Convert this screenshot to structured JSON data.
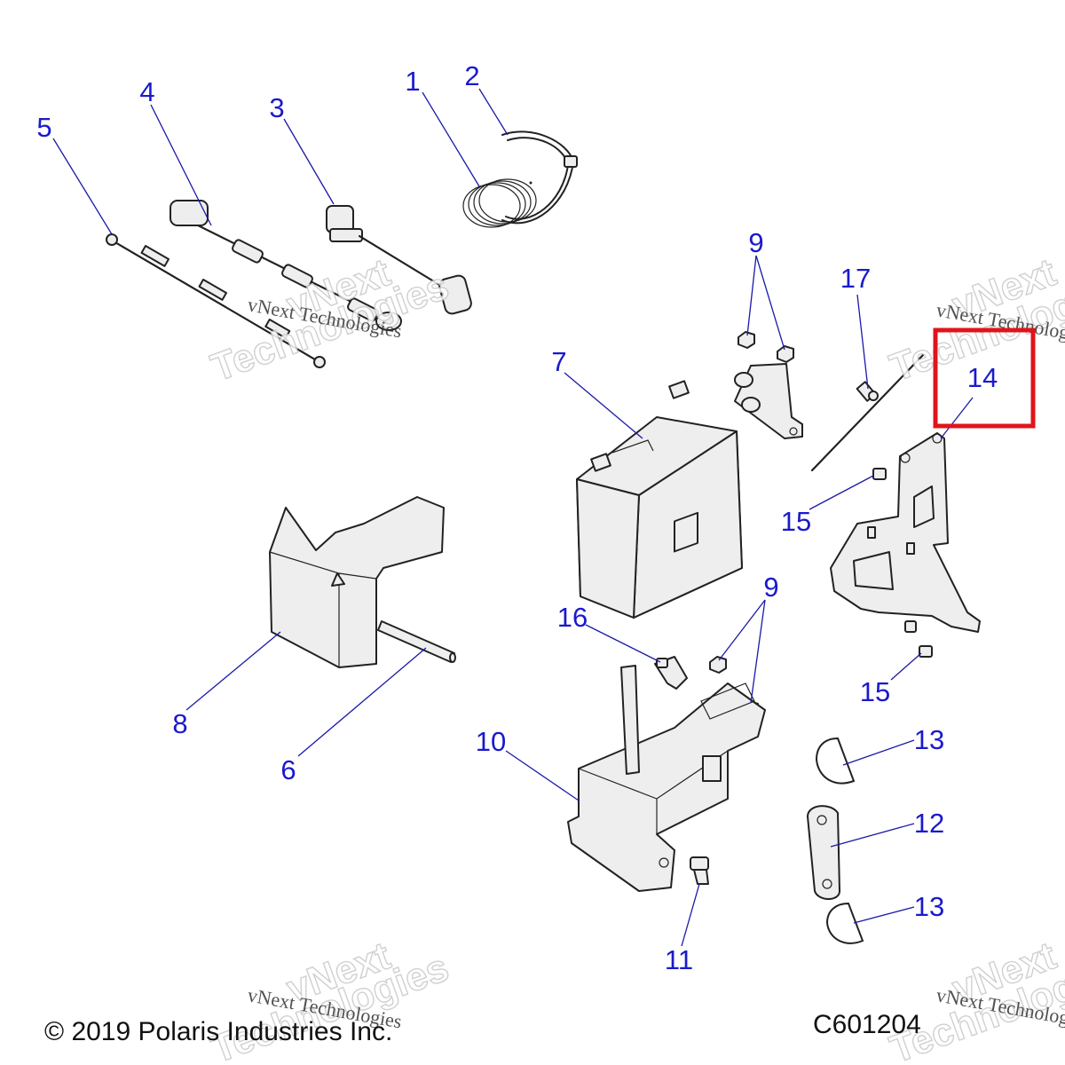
{
  "callouts": [
    {
      "id": "1",
      "label": "1"
    },
    {
      "id": "2",
      "label": "2"
    },
    {
      "id": "3",
      "label": "3"
    },
    {
      "id": "4",
      "label": "4"
    },
    {
      "id": "5",
      "label": "5"
    },
    {
      "id": "6",
      "label": "6"
    },
    {
      "id": "7",
      "label": "7"
    },
    {
      "id": "8",
      "label": "8"
    },
    {
      "id": "9a",
      "label": "9"
    },
    {
      "id": "9b",
      "label": "9"
    },
    {
      "id": "10",
      "label": "10"
    },
    {
      "id": "11",
      "label": "11"
    },
    {
      "id": "12",
      "label": "12"
    },
    {
      "id": "13a",
      "label": "13"
    },
    {
      "id": "13b",
      "label": "13"
    },
    {
      "id": "14",
      "label": "14"
    },
    {
      "id": "15a",
      "label": "15"
    },
    {
      "id": "15b",
      "label": "15"
    },
    {
      "id": "16",
      "label": "16"
    },
    {
      "id": "17",
      "label": "17"
    }
  ],
  "highlighted_callout": "14",
  "highlight_color": "#e0141c",
  "callout_color": "#1a1acc",
  "watermark": {
    "brand_top": "vNext",
    "brand_bottom": "Technologies",
    "caption": "vNext Technologies"
  },
  "footer": {
    "copyright": "© 2019 Polaris Industries Inc.",
    "diagram_code": "C601204"
  }
}
